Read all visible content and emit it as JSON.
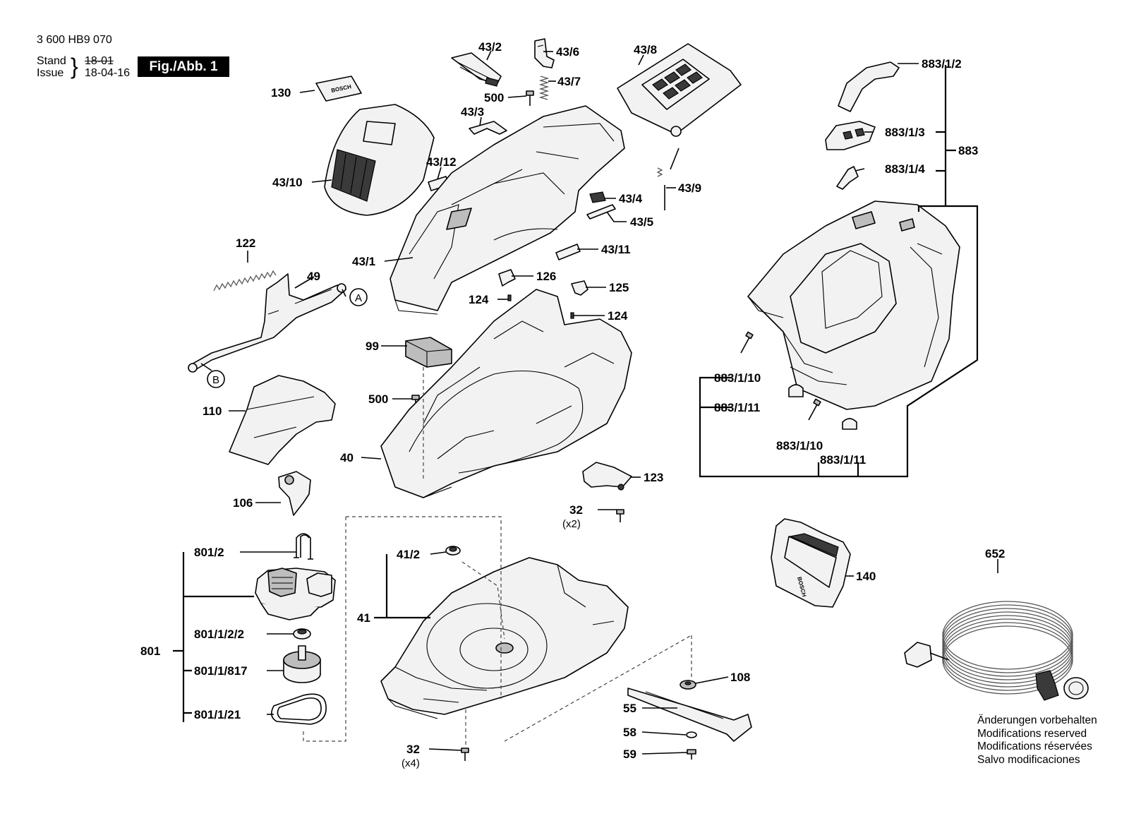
{
  "header": {
    "doc_number": "3 600 HB9 070",
    "stand_label": "Stand",
    "issue_label": "Issue",
    "stand_value_struck": "18-01",
    "issue_value": "18-04-16",
    "figure_label": "Fig./Abb. 1"
  },
  "notes": [
    "Änderungen vorbehalten",
    "Modifications reserved",
    "Modifications réservées",
    "Salvo modificaciones"
  ],
  "references": {
    "a": "A",
    "b": "B"
  },
  "labels": {
    "p130": "130",
    "p43_10": "43/10",
    "p43_2": "43/2",
    "p43_6": "43/6",
    "p43_7": "43/7",
    "p43_8": "43/8",
    "p500_top": "500",
    "p43_3": "43/3",
    "p43_12": "43/12",
    "p43_4": "43/4",
    "p43_5": "43/5",
    "p43_9": "43/9",
    "p43_11": "43/11",
    "p43_1": "43/1",
    "p122": "122",
    "p49": "49",
    "p126": "126",
    "p125": "125",
    "p124_a": "124",
    "p124_b": "124",
    "p99": "99",
    "p500_mid": "500",
    "p40": "40",
    "p110": "110",
    "p106": "106",
    "p123": "123",
    "p32_a": "32",
    "p32_a_qty": "(x2)",
    "p883_1_2": "883/1/2",
    "p883_1_3": "883/1/3",
    "p883": "883",
    "p883_1_4": "883/1/4",
    "p883_1_10_a": "883/1/10",
    "p883_1_11_a": "883/1/11",
    "p883_1_10_b": "883/1/10",
    "p883_1_11_b": "883/1/11",
    "p140": "140",
    "p652": "652",
    "p801_2": "801/2",
    "p801": "801",
    "p801_1_2_2": "801/1/2/2",
    "p801_1_817": "801/1/817",
    "p801_1_21": "801/1/21",
    "p41_2": "41/2",
    "p41": "41",
    "p32_b": "32",
    "p32_b_qty": "(x4)",
    "p108": "108",
    "p55": "55",
    "p58": "58",
    "p59": "59"
  }
}
